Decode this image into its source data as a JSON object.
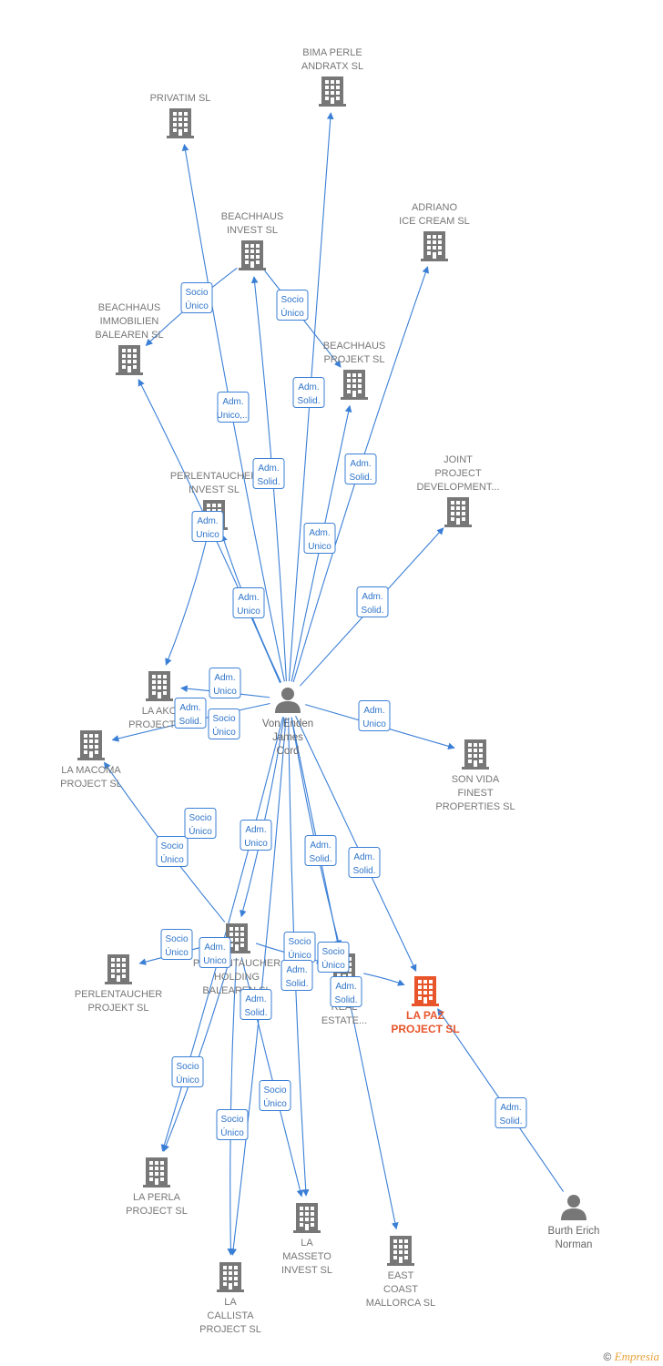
{
  "colors": {
    "edge": "#3a7fd6",
    "company": "#777777",
    "focus": "#e8552b",
    "person": "#777777"
  },
  "nodes": [
    {
      "id": "bima",
      "type": "company",
      "label": [
        "BIMA PERLE",
        "ANDRATX  SL"
      ]
    },
    {
      "id": "privatim",
      "type": "company",
      "label": [
        "PRIVATIM SL"
      ]
    },
    {
      "id": "beachinvest",
      "type": "company",
      "label": [
        "BEACHHAUS",
        "INVEST  SL"
      ]
    },
    {
      "id": "adriano",
      "type": "company",
      "label": [
        "ADRIANO",
        "ICE CREAM SL"
      ]
    },
    {
      "id": "beachimmo",
      "type": "company",
      "label": [
        "BEACHHAUS",
        "IMMOBILIEN",
        "BALEAREN  SL"
      ]
    },
    {
      "id": "beachprojekt",
      "type": "company",
      "label": [
        "BEACHHAUS",
        "PROJEKT  SL"
      ]
    },
    {
      "id": "joint",
      "type": "company",
      "label": [
        "JOINT",
        "PROJECT",
        "DEVELOPMENT..."
      ]
    },
    {
      "id": "perlinvest",
      "type": "company",
      "label": [
        "PERLENTAUCHER",
        "INVEST  SL"
      ]
    },
    {
      "id": "lako",
      "type": "company",
      "label": [
        "LA AKO",
        "PROJECT SL"
      ]
    },
    {
      "id": "macoma",
      "type": "company",
      "label": [
        "LA MACOMA",
        "PROJECT  SL"
      ]
    },
    {
      "id": "sonvida",
      "type": "company",
      "label": [
        "SON VIDA",
        "FINEST",
        "PROPERTIES SL"
      ]
    },
    {
      "id": "perlprojekt",
      "type": "company",
      "label": [
        "PERLENTAUCHER",
        "PROJEKT  SL"
      ]
    },
    {
      "id": "perlholding",
      "type": "company",
      "label": [
        "PERLENTAUCHER",
        "HOLDING",
        "BALEAREN  SL"
      ]
    },
    {
      "id": "lareal",
      "type": "company",
      "label": [
        "LA",
        "REAL",
        "ESTATE..."
      ]
    },
    {
      "id": "lapaz",
      "type": "focus",
      "label": [
        "LA PAZ",
        "PROJECT  SL"
      ]
    },
    {
      "id": "laperla",
      "type": "company",
      "label": [
        "LA PERLA",
        "PROJECT  SL"
      ]
    },
    {
      "id": "masseto",
      "type": "company",
      "label": [
        "LA",
        "MASSETO",
        "INVEST  SL"
      ]
    },
    {
      "id": "eastcoast",
      "type": "company",
      "label": [
        "EAST",
        "COAST",
        "MALLORCA  SL"
      ]
    },
    {
      "id": "callista",
      "type": "company",
      "label": [
        "LA",
        "CALLISTA",
        "PROJECT  SL"
      ]
    },
    {
      "id": "vonenden",
      "type": "person",
      "label": [
        "Von Enden",
        "James",
        "Cord"
      ]
    },
    {
      "id": "burth",
      "type": "person",
      "label": [
        "Burth Erich",
        "Norman"
      ]
    }
  ],
  "edges": [
    {
      "from": "vonenden",
      "to": "privatim",
      "label": [
        "Adm.",
        "Unico,..."
      ]
    },
    {
      "from": "vonenden",
      "to": "bima",
      "label": [
        "Adm.",
        "Solid."
      ]
    },
    {
      "from": "vonenden",
      "to": "beachinvest",
      "label": [
        "Adm.",
        "Solid."
      ]
    },
    {
      "from": "vonenden",
      "to": "adriano",
      "label": [
        "Adm.",
        "Solid."
      ]
    },
    {
      "from": "vonenden",
      "to": "beachprojekt",
      "label": [
        "Adm.",
        "Unico"
      ]
    },
    {
      "from": "vonenden",
      "to": "beachimmo",
      "label": [
        "Adm.",
        "Unico"
      ]
    },
    {
      "from": "vonenden",
      "to": "perlinvest",
      "label": [
        "Adm.",
        "Unico"
      ]
    },
    {
      "from": "vonenden",
      "to": "joint",
      "label": [
        "Adm.",
        "Solid."
      ]
    },
    {
      "from": "vonenden",
      "to": "lako",
      "label": [
        "Adm.",
        "Unico"
      ]
    },
    {
      "from": "vonenden",
      "to": "macoma",
      "label": [
        "Adm.",
        "Solid."
      ]
    },
    {
      "from": "vonenden",
      "to": "sonvida",
      "label": [
        "Adm.",
        "Unico"
      ]
    },
    {
      "from": "vonenden",
      "to": "perlholding",
      "label": [
        "Adm.",
        "Unico"
      ]
    },
    {
      "from": "vonenden",
      "to": "lareal",
      "label": [
        "Adm.",
        "Solid."
      ]
    },
    {
      "from": "vonenden",
      "to": "lapaz",
      "label": [
        "Adm.",
        "Solid."
      ]
    },
    {
      "from": "vonenden",
      "to": "laperla",
      "label": [
        "Adm.",
        "Unico"
      ]
    },
    {
      "from": "vonenden",
      "to": "masseto",
      "label": [
        "Adm.",
        "Solid."
      ]
    },
    {
      "from": "vonenden",
      "to": "eastcoast",
      "label": [
        "Adm.",
        "Solid."
      ]
    },
    {
      "from": "vonenden",
      "to": "callista",
      "label": [
        "Socio",
        "Único"
      ]
    },
    {
      "from": "beachinvest",
      "to": "beachimmo",
      "label": [
        "Socio",
        "Único"
      ]
    },
    {
      "from": "beachinvest",
      "to": "beachprojekt",
      "label": [
        "Socio",
        "Único"
      ]
    },
    {
      "from": "perlinvest",
      "to": "lako",
      "label": [
        "Socio",
        "Único"
      ]
    },
    {
      "from": "perlholding",
      "to": "macoma",
      "label": [
        "Socio",
        "Único"
      ]
    },
    {
      "from": "perlholding",
      "to": "perlprojekt",
      "label": [
        "Socio",
        "Único"
      ]
    },
    {
      "from": "perlholding",
      "to": "laperla",
      "label": [
        "Socio",
        "Único"
      ]
    },
    {
      "from": "perlholding",
      "to": "callista",
      "label": [
        "Socio",
        "Único"
      ]
    },
    {
      "from": "perlholding",
      "to": "masseto",
      "label": [
        "Socio",
        "Único"
      ]
    },
    {
      "from": "lareal",
      "to": "lapaz",
      "label": [
        "Socio",
        "Único"
      ]
    },
    {
      "from": "perlholding",
      "to": "lareal",
      "label": [
        "Socio",
        "Único"
      ]
    },
    {
      "from": "burth",
      "to": "lapaz",
      "label": [
        "Adm.",
        "Solid."
      ]
    }
  ],
  "footer": {
    "copyright": "©",
    "brand": "Empresia"
  }
}
